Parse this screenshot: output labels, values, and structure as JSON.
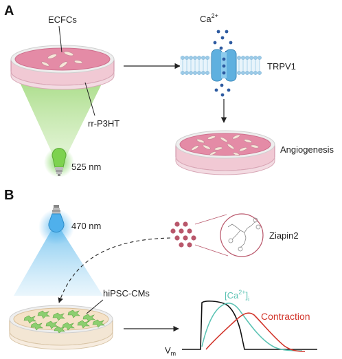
{
  "panel_a": {
    "letter": "A",
    "cells_label": "ECFCs",
    "polymer_label": "rr-P3HT",
    "wavelength_label": "525 nm",
    "ion_label_base": "Ca",
    "ion_label_sup": "2+",
    "channel_label": "TRPV1",
    "outcome_label": "Angiogenesis",
    "light_color": "#8fd16a",
    "dish_color": "#e48ba6"
  },
  "panel_b": {
    "letter": "B",
    "wavelength_label": "470 nm",
    "molecule_label": "Ziapin2",
    "cells_label": "hiPSC-CMs",
    "calcium_label_base": "[Ca",
    "calcium_label_sup": "2+",
    "calcium_label_end": "]",
    "calcium_label_sub": "i",
    "contraction_label": "Contraction",
    "vm_label_base": "V",
    "vm_label_sub": "m",
    "light_color": "#a9d8f2",
    "calcium_color": "#5cc3b4",
    "contraction_color": "#d2352b",
    "vm_color": "#111111",
    "molecule_color": "#b9576b",
    "cell_color": "#8ccf70"
  }
}
